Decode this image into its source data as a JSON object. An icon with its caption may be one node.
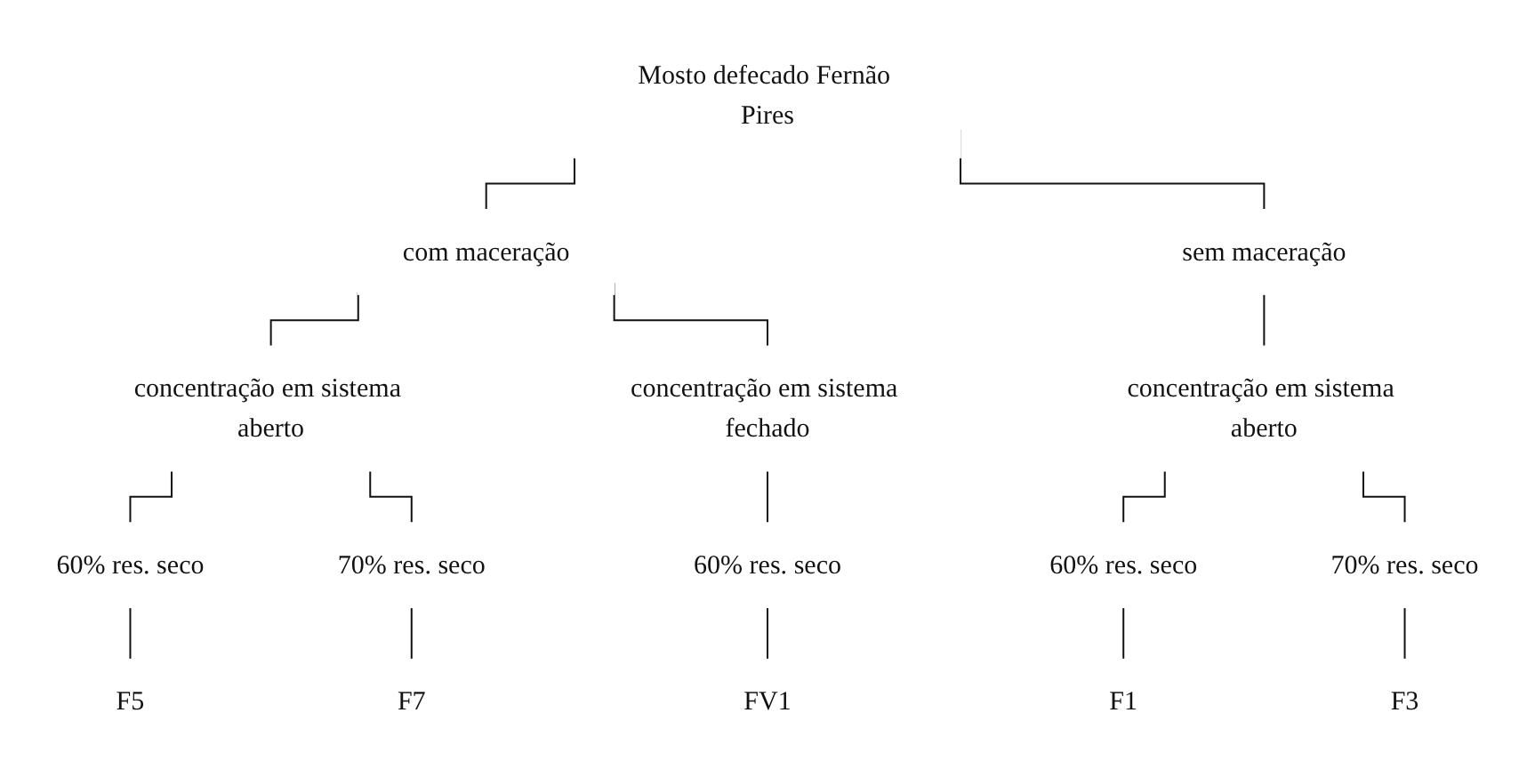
{
  "diagram": {
    "nodes": [
      {
        "text": [
          "Mosto defecado Fernão Pires"
        ]
      },
      {
        "text": [
          "com maceração"
        ]
      },
      {
        "text": [
          "sem maceração"
        ]
      },
      {
        "text": [
          "concentração em sistema aberto"
        ]
      },
      {
        "text": [
          "concentração em sistema fechado"
        ]
      },
      {
        "text": [
          "concentração em sistema aberto"
        ]
      },
      {
        "text": [
          "60% res. seco"
        ]
      },
      {
        "text": [
          "70% res. seco"
        ]
      },
      {
        "text": [
          "60% res. seco"
        ]
      },
      {
        "text": [
          "60% res. seco"
        ]
      },
      {
        "text": [
          "70% res. seco"
        ]
      },
      {
        "text": [
          "F5"
        ]
      },
      {
        "text": [
          "F7"
        ]
      },
      {
        "text": [
          "FV1"
        ]
      },
      {
        "text": [
          "F1"
        ]
      },
      {
        "text": [
          "F3"
        ]
      }
    ],
    "edges": [
      {
        "from": 0,
        "to": 1,
        "arrow": "none"
      },
      {
        "from": 0,
        "to": 2,
        "arrow": "none"
      },
      {
        "from": 1,
        "to": 3,
        "arrow": "none"
      },
      {
        "from": 1,
        "to": 4,
        "arrow": "none"
      },
      {
        "from": 2,
        "to": 5,
        "arrow": "none"
      },
      {
        "from": 3,
        "to": 6,
        "arrow": "none"
      },
      {
        "from": 3,
        "to": 7,
        "arrow": "none"
      },
      {
        "from": 4,
        "to": 8,
        "arrow": "none"
      },
      {
        "from": 5,
        "to": 9,
        "arrow": "none"
      },
      {
        "from": 5,
        "to": 10,
        "arrow": "none"
      },
      {
        "from": 6,
        "to": 11,
        "arrow": "none"
      },
      {
        "from": 7,
        "to": 12,
        "arrow": "none"
      },
      {
        "from": 8,
        "to": 13,
        "arrow": "none"
      },
      {
        "from": 9,
        "to": 14,
        "arrow": "none"
      },
      {
        "from": 10,
        "to": 15,
        "arrow": "none"
      }
    ]
  }
}
